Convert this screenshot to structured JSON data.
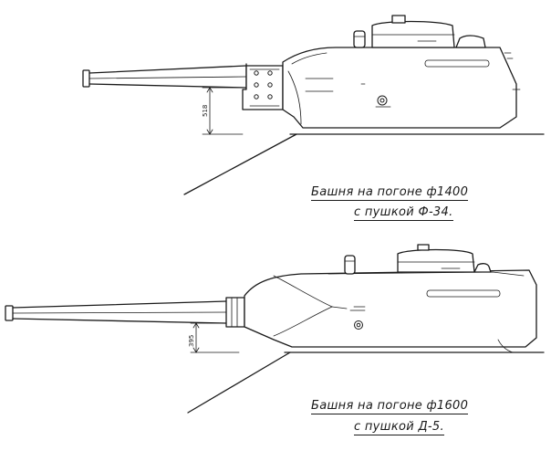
{
  "turret_1": {
    "caption_line1": "Башня на погоне ф1400",
    "caption_line2": "с пушкой Ф-34.",
    "dimension": "518"
  },
  "turret_2": {
    "caption_line1": "Башня на погоне ф1600",
    "caption_line2": "с пушкой Д-5.",
    "dimension": "395"
  }
}
